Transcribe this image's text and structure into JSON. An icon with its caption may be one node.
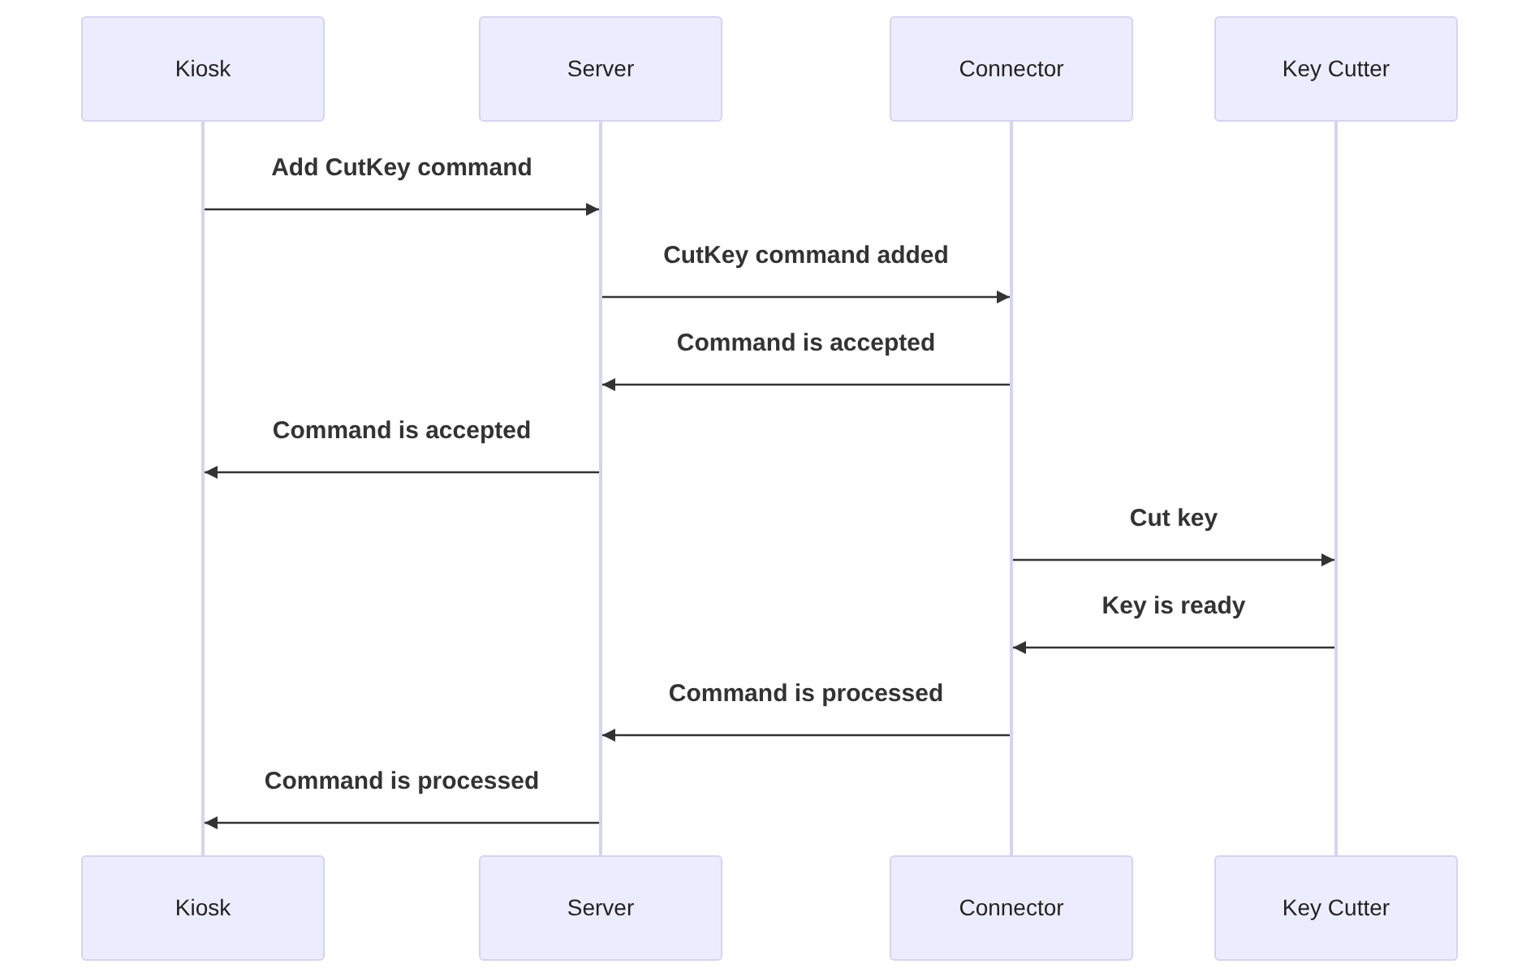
{
  "diagram": {
    "nodes": [
      {
        "text": [
          "Kiosk"
        ]
      },
      {
        "text": [
          "Server"
        ]
      },
      {
        "text": [
          "Connector"
        ]
      },
      {
        "text": [
          "Key Cutter"
        ]
      },
      {
        "text": [
          "Kiosk"
        ]
      },
      {
        "text": [
          "Server"
        ]
      },
      {
        "text": [
          "Connector"
        ]
      },
      {
        "text": [
          "Key Cutter"
        ]
      },
      {
        "text": [],
        "shape": "bar"
      },
      {
        "text": [],
        "shape": "bar"
      },
      {
        "text": [],
        "shape": "bar"
      },
      {
        "text": [],
        "shape": "bar"
      }
    ],
    "edges": [
      {
        "from": 8,
        "to": 9,
        "arrow": "to",
        "label": "Add CutKey command"
      },
      {
        "from": 9,
        "to": 10,
        "arrow": "to",
        "label": "CutKey command added"
      },
      {
        "from": 10,
        "to": 9,
        "arrow": "to",
        "label": "Command is accepted"
      },
      {
        "from": 9,
        "to": 8,
        "arrow": "to",
        "label": "Command is accepted"
      },
      {
        "from": 10,
        "to": 11,
        "arrow": "to",
        "label": "Cut key"
      },
      {
        "from": 11,
        "to": 10,
        "arrow": "to",
        "label": "Key is ready"
      },
      {
        "from": 10,
        "to": 9,
        "arrow": "to",
        "label": "Command is processed"
      },
      {
        "from": 9,
        "to": 8,
        "arrow": "to",
        "label": "Command is processed"
      }
    ]
  }
}
